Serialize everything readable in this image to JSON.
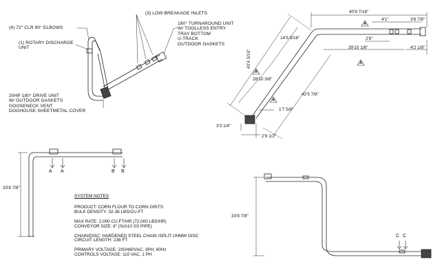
{
  "callouts": {
    "elbows": "(4) 72\" CLR 90° ELBOWS",
    "rotary": "(1) ROTARY DISCHARGE\nUNIT",
    "inlets": "(3) LOW BREAKAGE INLETS",
    "turnaround": "180° TURNAROUND UNIT\nW/ TOOLLESS ENTRY\nTRAY BOTTOM\nU-TRACK\nOUTDOOR GASKETS",
    "drive": "20HP 180° DRIVE UNIT\nW/ OUTDOOR GASKETS\nGOOSENECK VENT\nDOGHOUSE SHEETMETAL COVER"
  },
  "dimensions": {
    "top_overall": "40'8 7/16\"",
    "top_small_a": "4'1\"",
    "top_small_b": "3'6 7/8\"",
    "mid_small": "2'6\"",
    "right_long": "39'10 1/8\"",
    "right_drop": "4'2 1/8\"",
    "diag_outer": "43'4 3/16\"",
    "diag_mid": "14'5 9/16\"",
    "diag_inner": "28'10 3/8\"",
    "diag_long": "42'5 7/8\"",
    "foot_a": "1'7 5/8\"",
    "foot_left": "3'3 1/4\"",
    "foot_b": "2'9 1/2\"",
    "left_height": "33'8 7/8\"",
    "right_height": "33'8 7/8\""
  },
  "section_letters": {
    "a1": "A",
    "a2": "A",
    "b1": "B",
    "b2": "B",
    "c1": "C",
    "c2": "C",
    "tri1": "A",
    "tri2": "A",
    "tri3": "A",
    "tri4": "A"
  },
  "notes": {
    "heading": "SYSTEM  NOTES",
    "product": "PRODUCT: CORN FLOUR TO CORN GRITS",
    "density": "BULK DENSITY: 32-36 LBS/CU.FT",
    "rate": "MAX RATE: 2,000 CU.FT/HR (72,000 LBS/HR)",
    "conveyor": "CONVEYOR SIZE: 8\" (Sch10 SS PIPE)",
    "chain": "CHAIN/DISC: HARDENED STEEL CHAIN /SPLIT UHMW DISC",
    "circuit": "CIRCUIT LENGTH: 236 FT",
    "primary": "PRIMARY VOLTAGE: 230/460VAC, 3PH, 60Hz",
    "controls": "CONTROLS VOLTAGE: 110 VAC, 1 PH"
  }
}
